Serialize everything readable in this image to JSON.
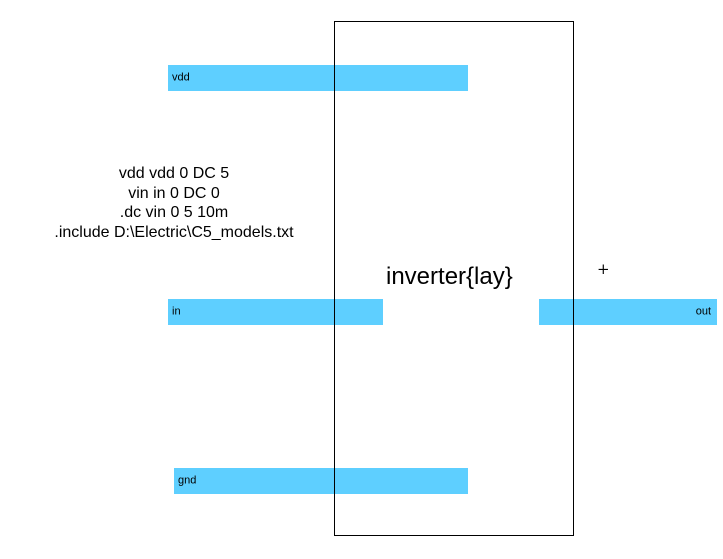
{
  "diagram": {
    "cell_title": "inverter{lay}",
    "plus_marker": "+",
    "bar_color": "#5ecfff",
    "outline_color": "#000000",
    "exports": {
      "vdd": "vdd",
      "in": "in",
      "out": "out",
      "gnd": "gnd"
    },
    "spice_lines": [
      "vdd vdd 0 DC 5",
      "vin in 0 DC 0",
      ".dc vin 0 5 10m",
      ".include D:\\Electric\\C5_models.txt"
    ]
  }
}
